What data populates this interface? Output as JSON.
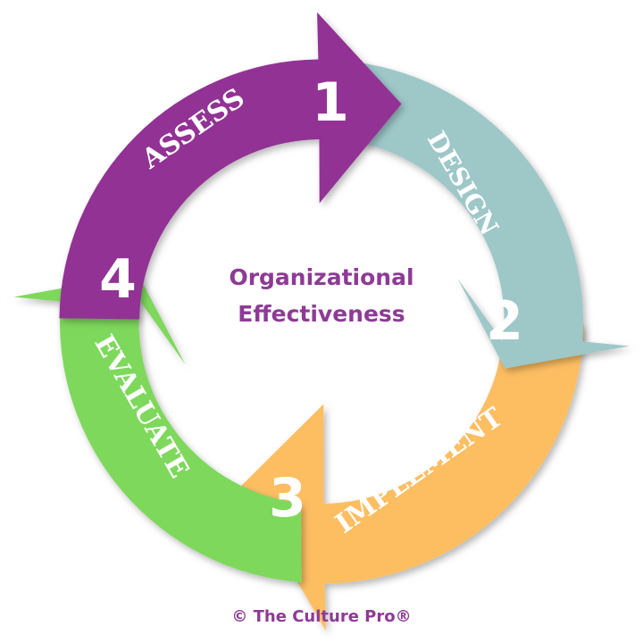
{
  "center": {
    "line1": "Organizational",
    "line2": "Effectiveness"
  },
  "stages": [
    {
      "number": "1",
      "label": "ASSESS",
      "color": "#923394"
    },
    {
      "number": "2",
      "label": "DESIGN",
      "color": "#9ec7c8"
    },
    {
      "number": "3",
      "label": "IMPLEMENT",
      "color": "#fdbe62"
    },
    {
      "number": "4",
      "label": "EVALUATE",
      "color": "#7ed85c"
    }
  ],
  "footer": {
    "text": "© The Culture Pro®"
  },
  "colors": {
    "title": "#8e3a96",
    "text_on_arrow": "#ffffff"
  }
}
